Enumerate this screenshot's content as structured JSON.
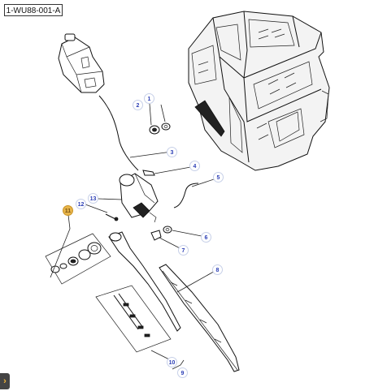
{
  "diagram_ref": "1-WU88-001-A",
  "callouts": [
    {
      "label": "1",
      "highlight": false
    },
    {
      "label": "2",
      "highlight": false
    },
    {
      "label": "3",
      "highlight": false
    },
    {
      "label": "4",
      "highlight": false
    },
    {
      "label": "5",
      "highlight": false
    },
    {
      "label": "6",
      "highlight": false
    },
    {
      "label": "7",
      "highlight": false
    },
    {
      "label": "8",
      "highlight": false
    },
    {
      "label": "9",
      "highlight": false
    },
    {
      "label": "10",
      "highlight": false
    },
    {
      "label": "11",
      "highlight": true
    },
    {
      "label": "12",
      "highlight": false
    },
    {
      "label": "13",
      "highlight": false
    }
  ],
  "icons": {
    "expand": "chevron-right-icon"
  },
  "colors": {
    "callout_text": "#2a3db5",
    "callout_highlight": "#e8b54a",
    "expand_arrow": "#f2b63a"
  }
}
